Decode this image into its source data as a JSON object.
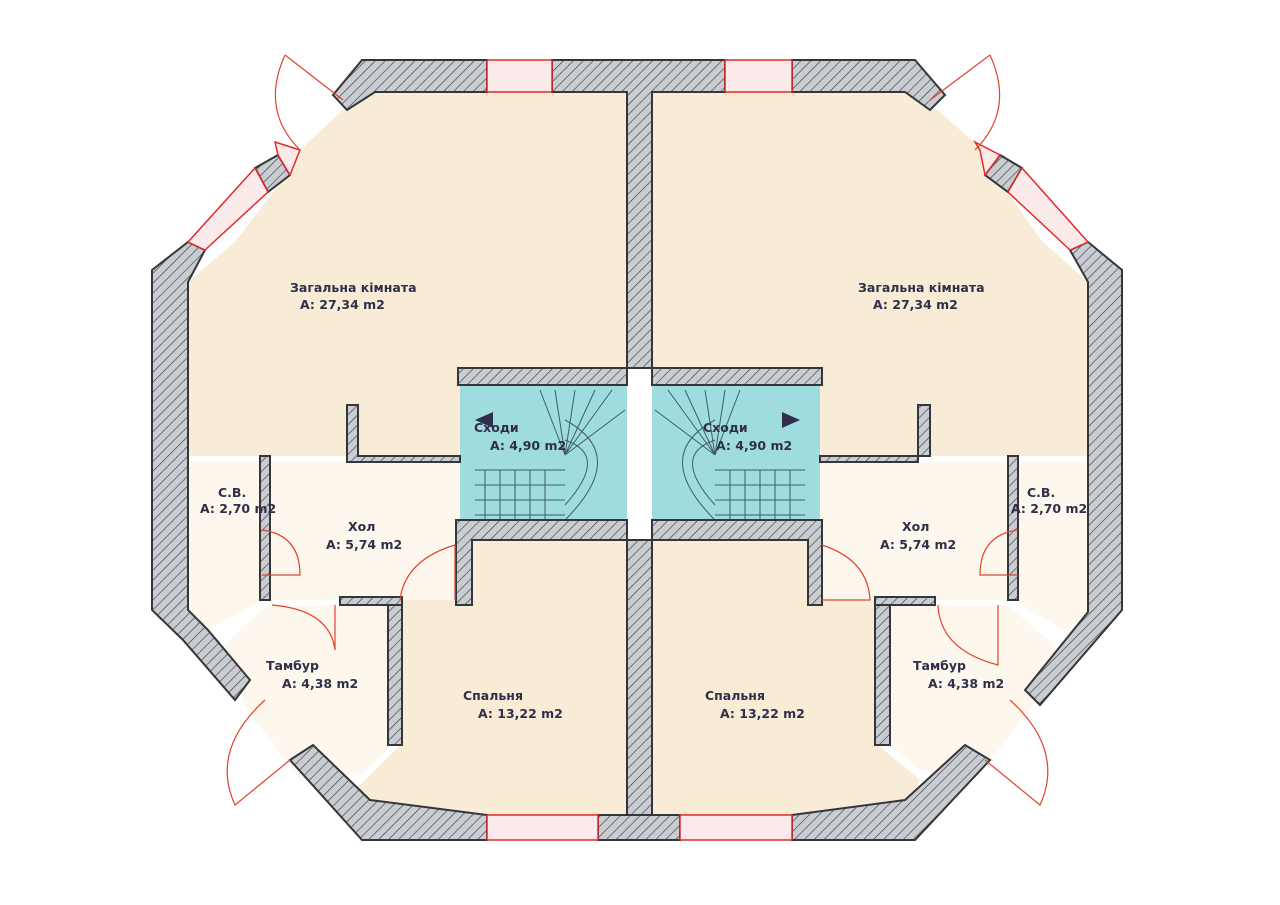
{
  "colors": {
    "background": "#ffffff",
    "room_fill": "#f9ecd6",
    "hall_fill": "#fdf7ee",
    "stair_fill": "#9fdcdf",
    "wall_fill": "#c9ccd0",
    "wall_stroke": "#33363a",
    "window": "#e02a2a",
    "door_arc": "#e0442e",
    "stair_line": "#3f5d66",
    "label": "#2f2f4a"
  },
  "icons": {
    "stair_arrow": "arrow-icon",
    "door": "door-swing-icon",
    "window": "window-icon"
  },
  "rooms": {
    "left_living": {
      "name": "Загальна кімната",
      "area": "A: 27,34 m2"
    },
    "right_living": {
      "name": "Загальна кімната",
      "area": "A: 27,34 m2"
    },
    "left_stairs": {
      "name": "Сходи",
      "area": "A: 4,90 m2"
    },
    "right_stairs": {
      "name": "Сходи",
      "area": "A: 4,90 m2"
    },
    "left_wc": {
      "name": "С.В.",
      "area": "A: 2,70 m2"
    },
    "right_wc": {
      "name": "С.В.",
      "area": "A: 2,70 m2"
    },
    "left_hall": {
      "name": "Хол",
      "area": "A: 5,74 m2"
    },
    "right_hall": {
      "name": "Хол",
      "area": "A: 5,74 m2"
    },
    "left_vestibule": {
      "name": "Тамбур",
      "area": "A: 4,38 m2"
    },
    "right_vestibule": {
      "name": "Тамбур",
      "area": "A: 4,38 m2"
    },
    "left_bedroom": {
      "name": "Спальня",
      "area": "A: 13,22 m2"
    },
    "right_bedroom": {
      "name": "Спальня",
      "area": "A: 13,22 m2"
    }
  }
}
